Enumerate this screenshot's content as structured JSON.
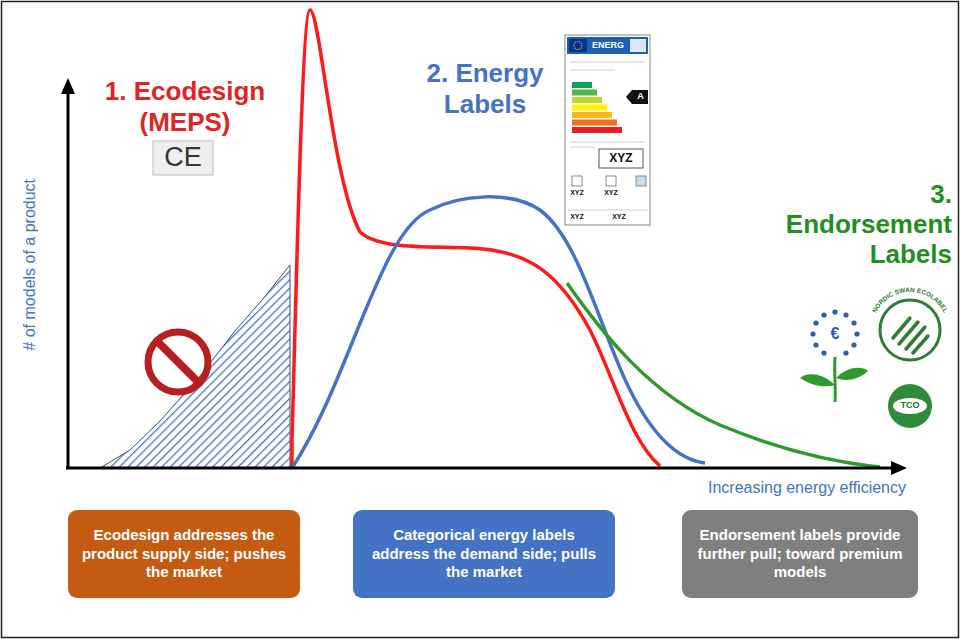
{
  "diagram": {
    "nodes": [
      {
        "text": [
          "Ecodesign addresses the product supply side; pushes the market"
        ]
      },
      {
        "text": [
          "Categorical energy labels address the demand side; pulls the market"
        ]
      },
      {
        "text": [
          "Endorsement labels provide further pull; toward premium models"
        ]
      }
    ],
    "labels": [
      "1. Ecodesign (MEPS)",
      "CE",
      "2. Energy Labels",
      "3. Endorsement Labels",
      "# of models of a product",
      "Increasing energy efficiency",
      "ENERG",
      "A",
      "XYZ",
      "XYZ",
      "XYZ",
      "XYZ",
      "XYZ",
      "€",
      "NORDIC SWAN ECOLABEL",
      "TCO"
    ]
  }
}
